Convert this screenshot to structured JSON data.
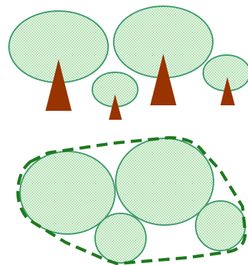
{
  "palette": {
    "canopy_fill": "#e6f5e6",
    "canopy_dot": "#7ccc7c",
    "canopy_stroke": "#3a9a6a",
    "trunk": "#993300",
    "boundary": "#1e7a1e",
    "background": "#ffffff"
  },
  "diagram": {
    "top_group": {
      "description_icon": "tree-icon",
      "tree_count": 4
    },
    "bottom_group": {
      "description_icon": "canopy-cluster-icon",
      "canopy_count": 4,
      "boundary_style": "dashed-hull"
    }
  }
}
